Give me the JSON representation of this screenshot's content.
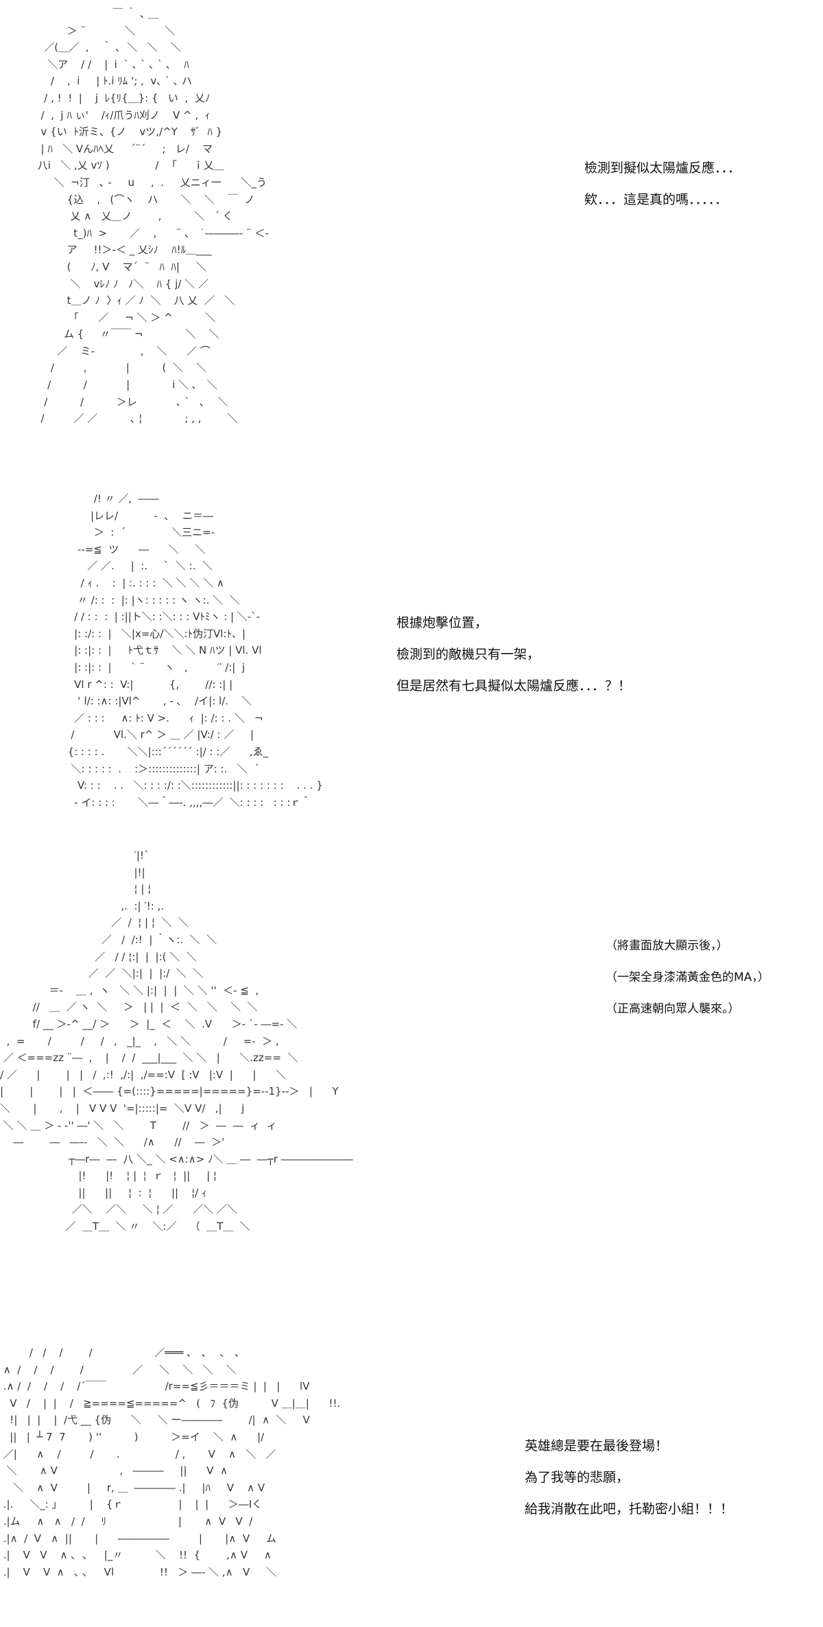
{
  "panels": [
    {
      "art": [
        "                        ￣ ｀ ､ ＿",
        "          ＞ ¨            ＼         ＼",
        "   ／(＿／  ,    ｀ ､  ＼   ＼    ＼",
        "    ＼ア    / /    |  i  ` ､ ` ､ ` ､    ﾊ",
        "     /    ,  i     | ﾄ.i ﾘﾑ '; ,  v､ ` ､ ハ",
        "   / , !  !  |    j  ﾚ{ﾘ{＿}: {   い  ,  乂ﾉ",
        "  /  ,  j ﾊ ぃ'    /ｨ/爪うﾊ刈ノ    V ^ ,  ｨ",
        "  v {い  ﾄ沂ミ、{ノ    vツ,/^Y    ｻﾞ  ﾊ }",
        "  | ﾊ   ＼ Vんﾊﾍ乂     ´¨´     ;   レ/    マ",
        " 八i   ＼ ,乂 vｿ )              /    ｢     ｉ乂＿",
        "      ＼  ¬汀   ､ -     u     ,  .     乂ニィ一      ＼_う",
        "          {込    ,   (⌒ヽ    ハ       ＼    ＼    ￣  ノ",
        "           乂 ∧   乂＿ノ        ,          ＼   ´ く",
        "            t_)ﾊ  >       ／    ,      ¨ ､   ˙‐―――‐ ¨ ＜‐",
        "          ア     !!＞-＜ _ 乂ｼﾉ    ﾊ!ﾙ＿___",
        "          (      ﾉ, V    マ´  ¨   ﾊ  ﾊ|     ＼",
        "           ＼    vﾚﾉ ﾉ   ﾉ＼    ﾊ { j/ ＼ ／",
        "          t＿ノ ﾉ  〉ｨ ／ ﾉ  ＼    八 乂  ／   ＼",
        "            ｢      ／     ¬ ＼ ＞ ^          ＼",
        "         ム {     〃￣￣ ¬             ＼    ＼",
        "       ／    ミ-              ,    ＼      ／ ⌒",
        "     /         ,            |          (  ＼    ＼",
        "    /          /            |             i ＼ ､   ＼",
        "   /          /          ＞レ            ､ `   ､    ＼",
        "  /         ／ ／          ､ ¦             ; , ,        ＼"
      ],
      "dialogue": [
        "檢測到擬似太陽爐反應．．．",
        "欸．．．這是真的嗎．．．．．"
      ]
    },
    {
      "art": [
        "              /! 〃 ／,  ――",
        "             |レレ/           ‐  ､    ニ＝―",
        "              ＞  :  ´              ＼三ニ=‐",
        "         ‐‐=≦  ツ      ―      ＼     ＼",
        "            ／ ／.     |  :.     `  ＼ :.  ＼",
        "          / ｨ .    :  | :. : : :  ＼ ＼ ＼ ＼ ∧",
        "         〃 /: :  :  |: |ヽ: : : : : ヽ ヽ:. ＼  ＼",
        "        / / : :  :  | :||ト＼: :＼: : : Vﾄﾐヽ : | ＼‐`‐",
        "        |: :/: :  |   ＼|x=心/＼＼:ﾄ伪汀Vl:ﾄ、|",
        "        |: :|: :  |     ﾄ弋ｔｻ    ＼ ＼ N ﾊツ | Vl. Vl",
        "        |: :|: :  |      ` ¨      ヽ   ,         ′′ /:|  j",
        "        Vl r ^: :  V:|           {,        //: :| |",
        "         ‘ l/: :∧: :|Vl^       , ‐ ､    /イ|: l/.    ＼",
        "        ／ : : :     ∧: ﾄ: V >.      ｨ  |: /: : . ＼   ¬",
        "       /            Vl.＼ r^ ＞ ＿ ／ |V:/ : ／     |",
        "      {: : : : .       ＼＼|:::´´´´´´ :|/ : :／      ,ゑ_",
        "       ＼: : : : :  .    :＞::::::::::::::| ア: :.   ＼  ´",
        "         V: : :    . .   ＼: : : :/: :＼::::::::::::||: : : : : : :    . . . }",
        "        ‐ イ: : : :       ＼―＾―‐. ,,,,―／  ＼: : : :   : : :ｒ＾"
      ],
      "dialogue": [
        "根據炮擊位置，",
        "檢測到的敵機只有一架，",
        "但是居然有七具擬似太陽爐反應．．．？！"
      ]
    },
    {
      "art": [
        "                                         ′|!`",
        "                                         |!|",
        "                                         ¦ | ¦",
        "                                     ,.  :| ′!: ,.",
        "                                  ／  /  ¦ | ¦  ＼  ＼",
        "                               ／   /  /:!  | ｀ヽ:.  ＼  ＼",
        "                             ／   / / ¦:|  |  |:( ＼  ＼",
        "                           ／  ／  ＼|:|  |  |:/  ＼  ＼",
        "               ＝‐    ＿ ,  ヽ   ＼ ＼ |:|  |  |  ＼ ＼ ''  ＜‐ ≦  ,",
        "          //   ＿  ／ ヽ  ＼     ＞   | |  |  ＜  ＼   ＼    ＼  ＼",
        "          f/ __ ＞-^ __/ ＞      ＞  |_  ＜    ＼  .V      ＞‐ `‐ ―=‐ ＼",
        "  ,  =       /         /     /   ,   _|_    ,   ＼ ＼          /     =‐  ＞ ,",
        " ／ ＜===zz ¨―  ,    |    /  /  ___|___  ＼ ＼   |      ＼.zz==  ＼",
        "/ ／      |        |   |   /  ,:!  ,/:|  ,/==:V  [ :V   |:V  |      |      ＼",
        "|        |        |   |  ＜―― {=(::::}=====|=====}=‐-1}‐‐＞   |      Y",
        "＼       |       ,    |   V V V  '=|:::::|=  ＼V V/   ,|      j",
        " ＼ ＼ ＿ ＞ ‐ -'' ―' ＼   ＼        T        //   ＞  ―  ―  ィ  ィ",
        "    ―        ―   ―‐‐   ＼  ＼      /∧      //    ―  ＞'",
        "                     ┬―r―  ―  八 ＼_ ＼ <∧:∧> ﾉ＼ ＿ ―  ―┬r ―――――――",
        "                        |!      |!    ¦ |  ¦  ｒ   ¦  ||     | ¦",
        "                        ||      ||     ¦  :  ¦      ||    ¦/ ｨ",
        "                      ／＼    ／＼     ＼ ¦ ／      ／＼ ／＼",
        "                    ／  ＿T＿  ＼ 〃    ＼:／    （  ＿T＿  ＼"
      ],
      "dialogue": [
        "（將畫面放大顯示後，）",
        "（一架全身漆滿黃金色的MA，）",
        "（正高速朝向眾人襲來。）"
      ]
    },
    {
      "art": [
        "         /   /    /        /                   ／═══ ､   ､    ､   ､",
        " ∧  /    /    /        /               ／     ＼    ＼   ＼    ＼",
        " .∧ /  /    /    /    /´￣￣                  /r==≦彡＝＝＝ミ |  |   |      lV",
        "   V   /    |  |    /   ≧====≦=====^   (   ﾌ  {伪          V ＿|＿|      !!.",
        "   !|   |  |    |  /弋 __ {伪      ＼     ＼ ー――――        /|  ∧  ＼     V",
        "   ||   |  ┴ 7  7       ) ''          )          ＞=イ    ＼  ∧      |/",
        " ／|      ∧    /         /       .                 / ,       V    ∧   ＼   ／",
        "  ＼       ∧ V                   ,   ―――     ||      V  ∧",
        "    ＼    ∧  V         |     r, ＿  ―――― .|     |ﾊ     V    ∧ V",
        " .|.     ＼_: ｣          |    {ｒ                 |    |  |      ＞―Iく",
        " .|ム     ∧   ∧   /  /     ﾘ                      |       ∧  V   V  /",
        " .|∧  /  V   ∧  ||       |      ―――――         |       |∧  V     ム",
        " .|    V   V    ∧ ､  ､     |_〃          ＼    !!  {        ,∧ V     ∧",
        " .|    V    V  ∧   ､ ､     Vl              !!   ＞ ―‐ ＼ ,∧   V     ＼"
      ],
      "dialogue": [
        "英雄總是要在最後登場！",
        "為了我等的悲願，",
        "給我消散在此吧，托勒密小組！！！"
      ]
    }
  ]
}
